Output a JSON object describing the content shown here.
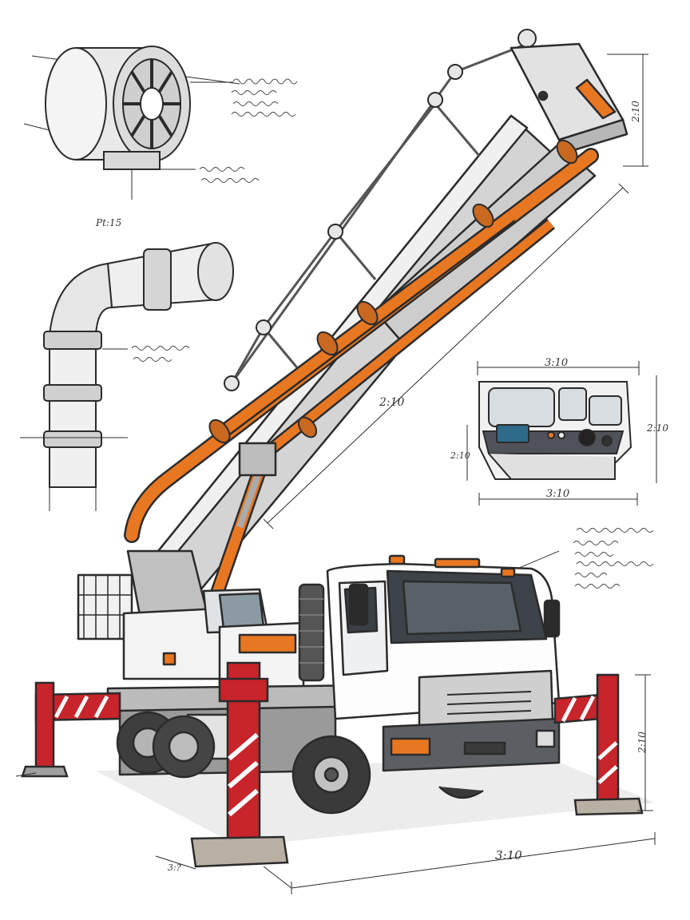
{
  "dimensions": {
    "control_panel_top": "3:10",
    "control_panel_bottom": "3:10",
    "control_panel_right": "2:10",
    "control_panel_left": "2:10",
    "boom_diagonal": "2:10",
    "ground_width": "3:10",
    "ground_depth": "3:?",
    "boom_head_height": "2:10",
    "outrigger_height": "2:10",
    "pipe_label": "Pt:15"
  },
  "colors": {
    "line": "#2b2b2b",
    "steel": "#c9c9c9",
    "steel_light": "#e6e6e6",
    "orange": "#e87722",
    "red": "#c8242b",
    "white": "#ffffff",
    "glass": "#3a3f45",
    "tire": "#4a4a4a"
  }
}
